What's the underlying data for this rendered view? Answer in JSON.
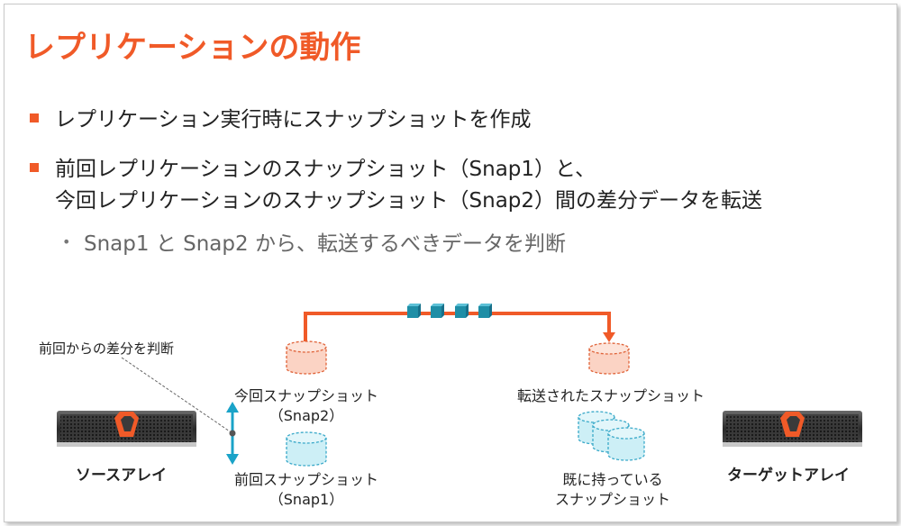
{
  "title": "レプリケーションの動作",
  "bullets": [
    {
      "lines": [
        "レプリケーション実行時にスナップショットを作成"
      ]
    },
    {
      "lines": [
        "前回レプリケーションのスナップショット（Snap1）と、",
        "今回レプリケーションのスナップショット（Snap2）間の差分データを転送"
      ]
    }
  ],
  "sub_bullet": {
    "marker": "•",
    "text": "Snap1 と Snap2 から、転送するべきデータを判断"
  },
  "diagram": {
    "diff_note": "前回からの差分を判断",
    "snap2_label_line1": "今回スナップショット",
    "snap2_label_line2": "（Snap2）",
    "snap1_label_line1": "前回スナップショット",
    "snap1_label_line2": "（Snap1）",
    "transferred_label": "転送されたスナップショット",
    "existing_label_line1": "既に持っている",
    "existing_label_line2": "スナップショット",
    "source_array_label": "ソースアレイ",
    "target_array_label": "ターゲットアレイ",
    "colors": {
      "accent": "#f05a28",
      "cylinder_new_fill": "#fbd3c4",
      "cylinder_new_stroke": "#e0643a",
      "cylinder_old_fill": "#cdeff6",
      "cylinder_old_stroke": "#3aa9c9",
      "arrow_blue": "#1aa3c8",
      "block_teal": "#1f8ea6"
    }
  }
}
